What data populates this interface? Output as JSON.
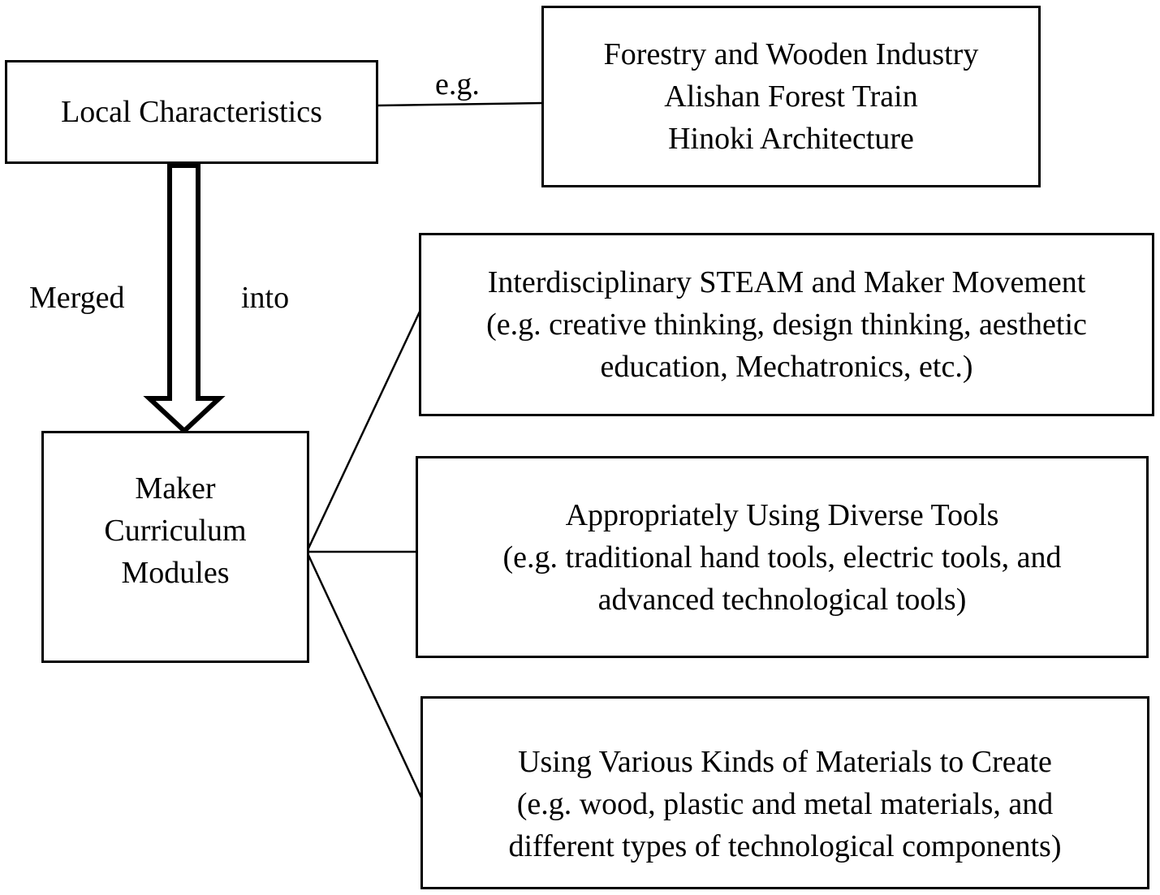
{
  "local_characteristics": {
    "title": "Local Characteristics"
  },
  "examples_label": "e.g.",
  "examples": {
    "lines": [
      "Forestry and Wooden Industry",
      "Alishan Forest Train",
      "Hinoki Architecture"
    ]
  },
  "merge_label": {
    "left": "Merged",
    "right": "into"
  },
  "modules": {
    "lines": [
      "Maker",
      "Curriculum",
      "Modules"
    ]
  },
  "branches": [
    {
      "lines": [
        "Interdisciplinary STEAM and Maker Movement",
        "(e.g. creative thinking, design thinking, aesthetic",
        "education, Mechatronics, etc.)"
      ]
    },
    {
      "lines": [
        "Appropriately Using Diverse Tools",
        "(e.g. traditional hand tools, electric tools, and",
        "advanced technological tools)"
      ]
    },
    {
      "lines": [
        "Using Various Kinds of Materials to Create",
        "(e.g. wood, plastic and metal materials, and",
        "different types of technological components)"
      ]
    }
  ]
}
